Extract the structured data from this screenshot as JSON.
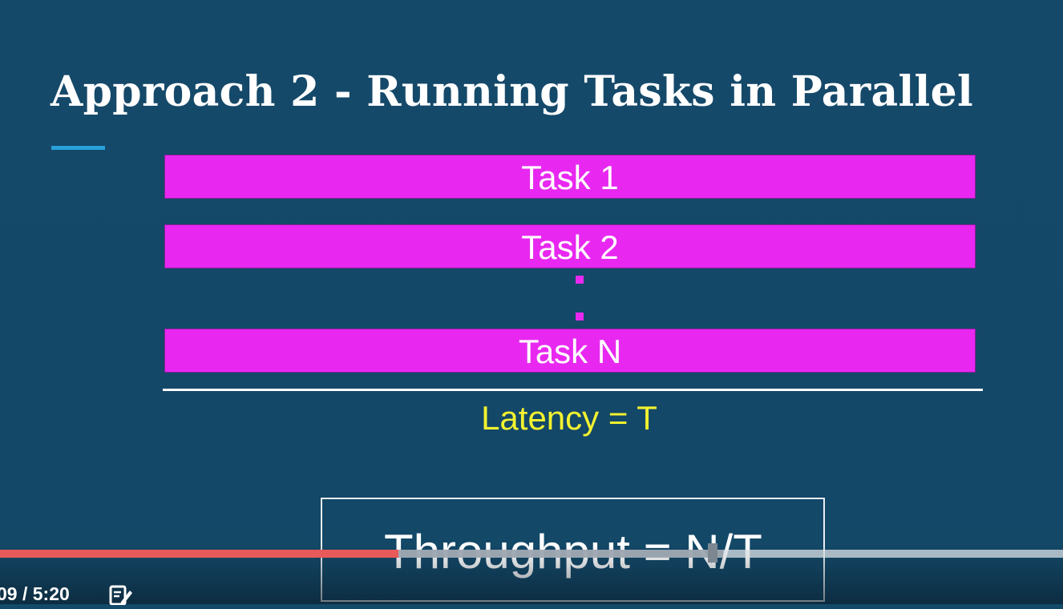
{
  "slide": {
    "title": "Approach 2 - Running Tasks in Parallel",
    "tasks": [
      {
        "label": "Task 1"
      },
      {
        "label": "Task 2"
      },
      {
        "label": "Task N"
      }
    ],
    "latency_label": "Latency = T",
    "throughput_label": "Throughput = N/T"
  },
  "player": {
    "time_display": "09 / 5:20",
    "progress_fraction": 0.375,
    "buffered_fraction": 0.68,
    "notes_icon": "notes-edit-icon"
  },
  "colors": {
    "background": "#134a6a",
    "task_bar": "#e828f0",
    "latency_text": "#f2f230",
    "accent_underline": "#2aa0da",
    "progress_played": "#e85a5a"
  }
}
